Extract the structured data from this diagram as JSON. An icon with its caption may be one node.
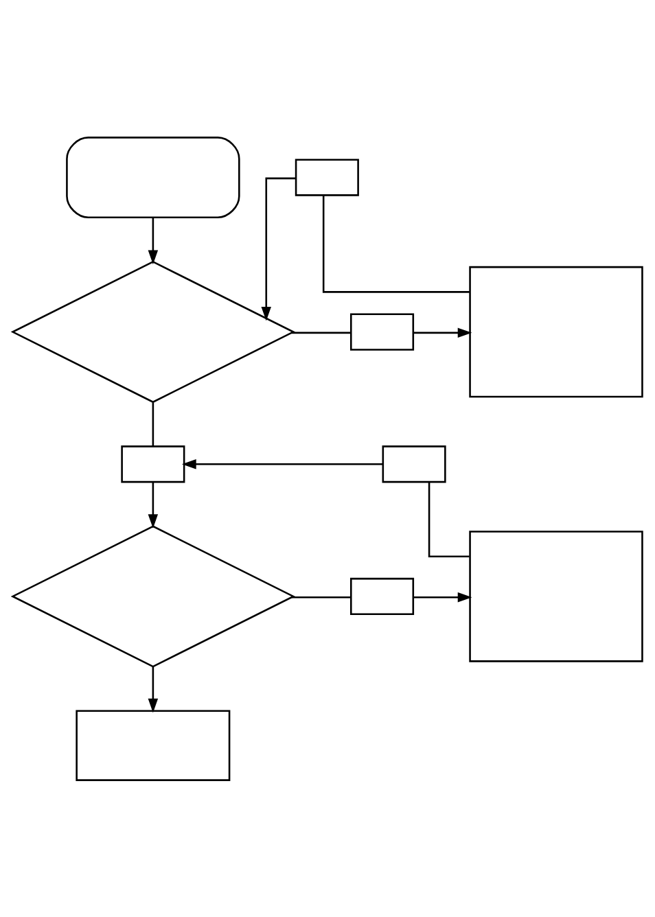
{
  "diagram": {
    "nodes": [
      {
        "text": [],
        "shape": "box"
      },
      {
        "text": [],
        "shape": "box"
      },
      {
        "text": [],
        "shape": "diamond"
      },
      {
        "text": [],
        "shape": "box"
      },
      {
        "text": [],
        "shape": "box"
      },
      {
        "text": [],
        "shape": "box"
      },
      {
        "text": [],
        "shape": "box"
      },
      {
        "text": [],
        "shape": "diamond"
      },
      {
        "text": [],
        "shape": "box"
      },
      {
        "text": [],
        "shape": "box"
      },
      {
        "text": [],
        "shape": "box"
      }
    ],
    "edges": [
      {
        "from": 0,
        "to": 2,
        "arrow": "to"
      },
      {
        "from": 2,
        "to": 3,
        "arrow": "none"
      },
      {
        "from": 3,
        "to": 4,
        "arrow": "to"
      },
      {
        "from": 4,
        "to": 1,
        "arrow": "none"
      },
      {
        "from": 1,
        "to": 2,
        "arrow": "to"
      },
      {
        "from": 2,
        "to": 5,
        "arrow": "none"
      },
      {
        "from": 5,
        "to": 7,
        "arrow": "to"
      },
      {
        "from": 9,
        "to": 6,
        "arrow": "none"
      },
      {
        "from": 6,
        "to": 5,
        "arrow": "to"
      },
      {
        "from": 7,
        "to": 8,
        "arrow": "none"
      },
      {
        "from": 8,
        "to": 9,
        "arrow": "to"
      },
      {
        "from": 7,
        "to": 10,
        "arrow": "to"
      }
    ]
  }
}
